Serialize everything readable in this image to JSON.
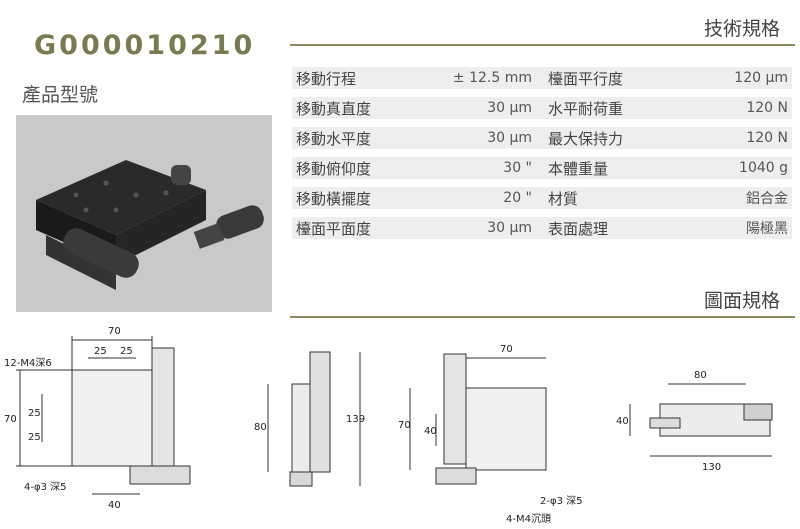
{
  "header": {
    "model_number": "G000010210",
    "model_label": "產品型號",
    "spec_title": "技術規格",
    "drawing_title": "圖面規格"
  },
  "specs": [
    {
      "label": "移動行程",
      "value": "± 12.5 mm",
      "label2": "檯面平行度",
      "value2": "120 μm"
    },
    {
      "label": "移動真直度",
      "value": "30 μm",
      "label2": "水平耐荷重",
      "value2": "120 N"
    },
    {
      "label": "移動水平度",
      "value": "30 μm",
      "label2": "最大保持力",
      "value2": "120 N"
    },
    {
      "label": "移動俯仰度",
      "value": "30 \"",
      "label2": "本體重量",
      "value2": "1040 g"
    },
    {
      "label": "移動橫擺度",
      "value": "20 \"",
      "label2": "材質",
      "value2": "鋁合金"
    },
    {
      "label": "檯面平面度",
      "value": "30 μm",
      "label2": "表面處理",
      "value2": "陽極黑"
    }
  ],
  "drawings": {
    "top_view": {
      "d70": "70",
      "d25a": "25",
      "d25b": "25",
      "note_holes": "12-M4深6",
      "d25c": "25",
      "d25d": "25",
      "d70v": "70",
      "d40": "40",
      "note_pins": "4-φ3 深5"
    },
    "side_view": {
      "d80": "80",
      "d139": "139"
    },
    "bottom_view": {
      "d70": "70",
      "d70v": "70",
      "d40": "40",
      "note_pins": "2-φ3 深5",
      "note_screws": "4-M4沉頭"
    },
    "front_view": {
      "d80": "80",
      "d40": "40",
      "d130": "130"
    }
  }
}
